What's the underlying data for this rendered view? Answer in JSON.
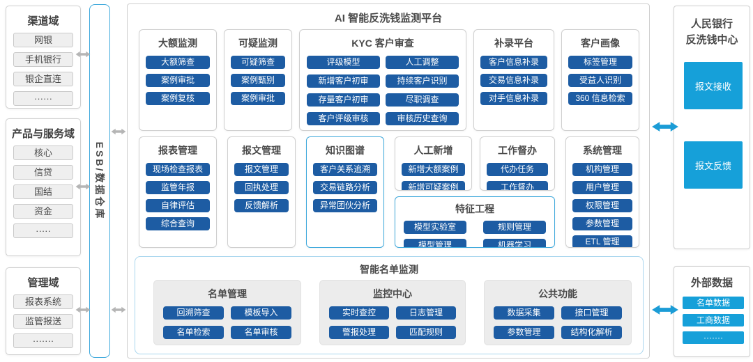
{
  "colors": {
    "primary_button": "#1d5ca3",
    "cyan_accent": "#16a0d9",
    "highlight_border": "#3fa9dc",
    "section_border": "#a9d6ee",
    "gray_arrow": "#b5b5b5",
    "blue_arrow": "#1b9cd6"
  },
  "left_column": {
    "domains": [
      {
        "title": "渠道域",
        "items": [
          "网银",
          "手机银行",
          "银企直连",
          "······"
        ]
      },
      {
        "title": "产品与服务域",
        "items": [
          "核心",
          "信贷",
          "国结",
          "资金",
          "·····"
        ]
      },
      {
        "title": "管理域",
        "items": [
          "报表系统",
          "监管报送",
          "·······"
        ]
      }
    ]
  },
  "esb": {
    "label": "ESB/数据仓库"
  },
  "platform": {
    "title": "AI 智能反洗钱监测平台",
    "row1": [
      {
        "title": "大额监测",
        "items": [
          "大额筛查",
          "案例审批",
          "案例复核"
        ]
      },
      {
        "title": "可疑监测",
        "items": [
          "可疑筛查",
          "案例甄别",
          "案例审批"
        ]
      },
      {
        "title": "KYC 客户审查",
        "items": [
          "评级模型",
          "人工调整",
          "新增客户初审",
          "持续客户识别",
          "存量客户初审",
          "尽职调查",
          "客户评级审核",
          "审核历史查询"
        ]
      },
      {
        "title": "补录平台",
        "items": [
          "客户信息补录",
          "交易信息补录",
          "对手信息补录"
        ]
      },
      {
        "title": "客户画像",
        "items": [
          "标签管理",
          "受益人识别",
          "360 信息检索"
        ]
      }
    ],
    "row2": [
      {
        "title": "报表管理",
        "items": [
          "现场检查报表",
          "监管年报",
          "自律评估",
          "综合查询"
        ]
      },
      {
        "title": "报文管理",
        "items": [
          "报文管理",
          "回执处理",
          "反馈解析"
        ]
      },
      {
        "title": "知识图谱",
        "items": [
          "客户关系追溯",
          "交易链路分析",
          "异常团伙分析"
        ]
      },
      {
        "title": "人工新增",
        "items": [
          "新增大额案例",
          "新增可疑案例"
        ]
      },
      {
        "title": "工作督办",
        "items": [
          "代办任务",
          "工作督办"
        ]
      },
      {
        "title": "系统管理",
        "items": [
          "机构管理",
          "用户管理",
          "权限管理",
          "参数管理",
          "ETL 管理"
        ]
      }
    ],
    "feature_engineering": {
      "title": "特征工程",
      "items": [
        "模型实验室",
        "规则管理",
        "模型管理",
        "机器学习"
      ]
    },
    "list_monitoring": {
      "title": "智能名单监测",
      "groups": [
        {
          "title": "名单管理",
          "items": [
            "回溯筛查",
            "模板导入",
            "名单检索",
            "名单审核"
          ]
        },
        {
          "title": "监控中心",
          "items": [
            "实时查控",
            "日志管理",
            "警报处理",
            "匹配规则"
          ]
        },
        {
          "title": "公共功能",
          "items": [
            "数据采集",
            "接口管理",
            "参数管理",
            "结构化解析"
          ]
        }
      ]
    }
  },
  "right_column": {
    "pboc": {
      "title_line1": "人民银行",
      "title_line2": "反洗钱中心",
      "items": [
        "报文接收",
        "报文反馈"
      ]
    },
    "external": {
      "title": "外部数据",
      "items": [
        "名单数据",
        "工商数据",
        "·······"
      ]
    }
  }
}
